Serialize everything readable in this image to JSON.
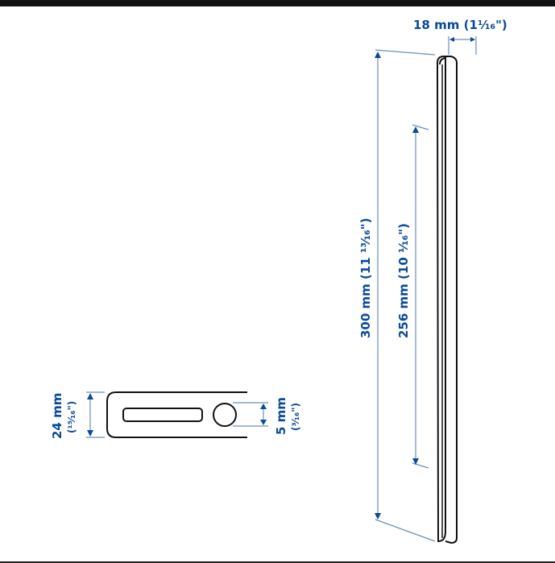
{
  "diagram": {
    "type": "technical-drawing",
    "subject": "cabinet handle dimensions",
    "colors": {
      "dimension_text": "#0a4a9a",
      "dimension_line": "#6a8fb3",
      "part_outline": "#111111"
    },
    "dimensions": {
      "depth": {
        "metric": "18 mm",
        "imperial": "(1¹⁄₁₆\")"
      },
      "length": {
        "metric": "300 mm",
        "imperial": "(11 ¹³⁄₁₆\")"
      },
      "hole_spacing": {
        "metric": "256 mm",
        "imperial": "(10 ¹⁄₁₆\")"
      },
      "width": {
        "metric": "24 mm",
        "imperial": "(¹⁵⁄₁₆\")"
      },
      "hole_diameter": {
        "metric": "5 mm",
        "imperial": "(³⁄₁₆\")"
      }
    }
  }
}
